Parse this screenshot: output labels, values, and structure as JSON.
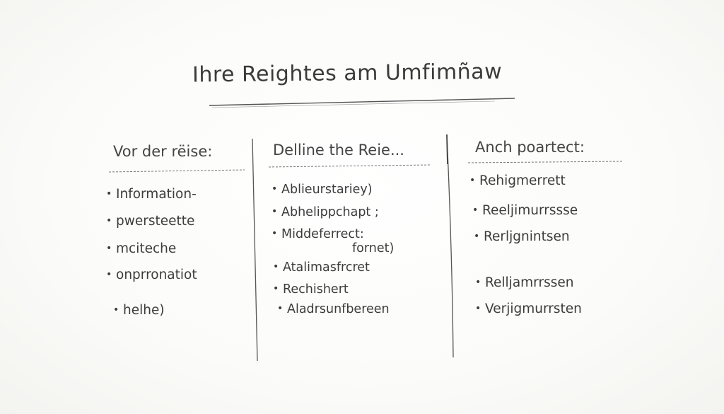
{
  "title": "Ihre Reightes am Umfimñaw",
  "columns": [
    {
      "heading": "Vor der rëise:",
      "items": [
        "Information-",
        "pwersteette",
        "mciteche",
        "onprronatiot",
        "helhe)"
      ]
    },
    {
      "heading": "Delline the Reie...",
      "items": [
        "Ablieurstariey)",
        "Abhelippchapt ;",
        "Middeferrect:",
        "Atalimasfrcret",
        "Rechishert",
        "Aladrsunfbereen"
      ],
      "continuation": "fornet)"
    },
    {
      "heading": "Anch poartect:",
      "items": [
        "Rehigmerrett",
        "Reeljimurrssse",
        "Rerljgnintsen",
        "Relljamrrssen",
        "Verjigmurrsten"
      ]
    }
  ]
}
